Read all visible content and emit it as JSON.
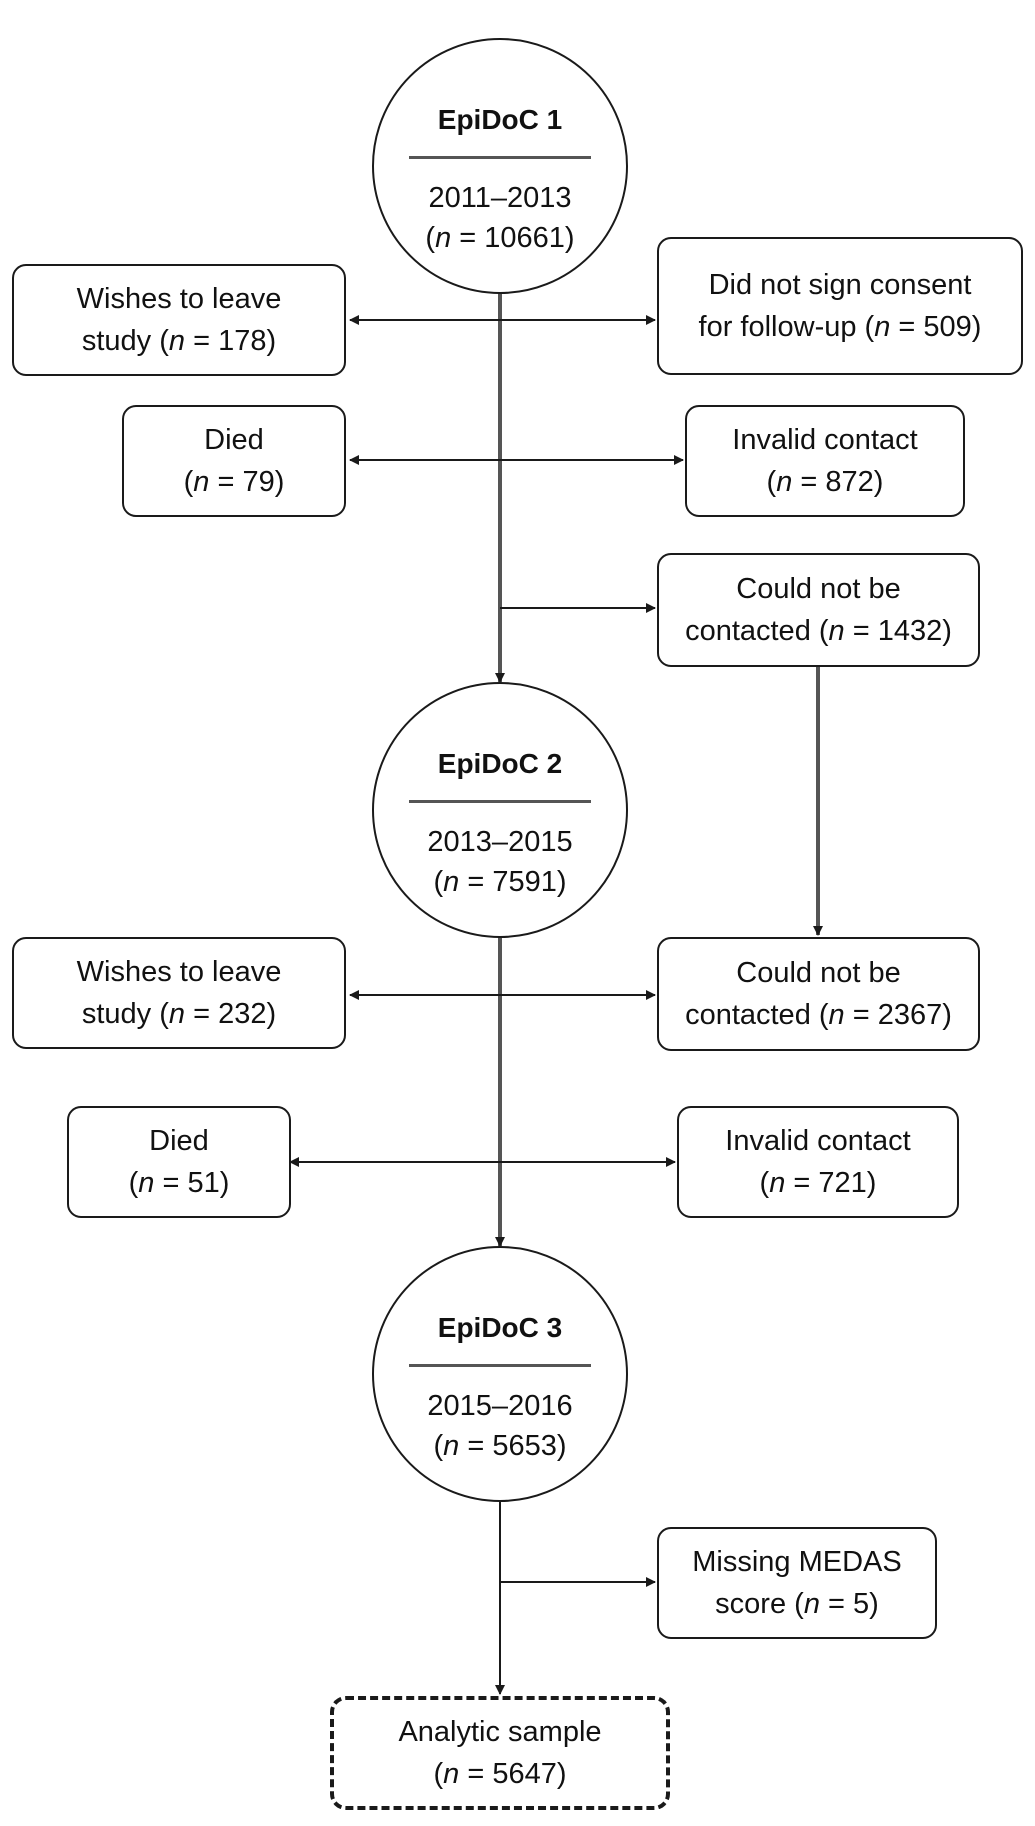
{
  "waves": [
    {
      "id": "w1",
      "title": "EpiDoC 1",
      "years": "2011–2013",
      "n": "10661"
    },
    {
      "id": "w2",
      "title": "EpiDoC 2",
      "years": "2013–2015",
      "n": "7591"
    },
    {
      "id": "w3",
      "title": "EpiDoC 3",
      "years": "2015–2016",
      "n": "5653"
    }
  ],
  "exclusions": {
    "w1_leave": {
      "line1": "Wishes to leave",
      "line2_pre": "study (",
      "n": "178"
    },
    "w1_consent": {
      "line1": "Did not sign consent",
      "line2_pre": "for follow-up (",
      "n": "509"
    },
    "w1_died": {
      "line1": "Died",
      "line2_pre": "(",
      "n": "79"
    },
    "w1_invalid": {
      "line1": "Invalid contact",
      "line2_pre": "(",
      "n": "872"
    },
    "w1_not_contacted": {
      "line1": "Could not be",
      "line2_pre": "contacted (",
      "n": "1432"
    },
    "w2_leave": {
      "line1": "Wishes to leave",
      "line2_pre": "study (",
      "n": "232"
    },
    "w2_not_contacted": {
      "line1": "Could not be",
      "line2_pre": "contacted (",
      "n": "2367"
    },
    "w2_died": {
      "line1": "Died",
      "line2_pre": "(",
      "n": "51"
    },
    "w2_invalid": {
      "line1": "Invalid contact",
      "line2_pre": "(",
      "n": "721"
    },
    "w3_medas": {
      "line1": "Missing MEDAS",
      "line2_pre": "score (",
      "n": "5"
    }
  },
  "final": {
    "line1": "Analytic sample",
    "line2_pre": "(",
    "n": "5647"
  },
  "labels": {
    "n_symbol": "n",
    "n_eq": " = ",
    "close_paren": ")",
    "open_paren": "("
  },
  "colors": {
    "stroke": "#1a1a1a",
    "arrow": "#1a1a1a",
    "trunk": "#555555"
  }
}
